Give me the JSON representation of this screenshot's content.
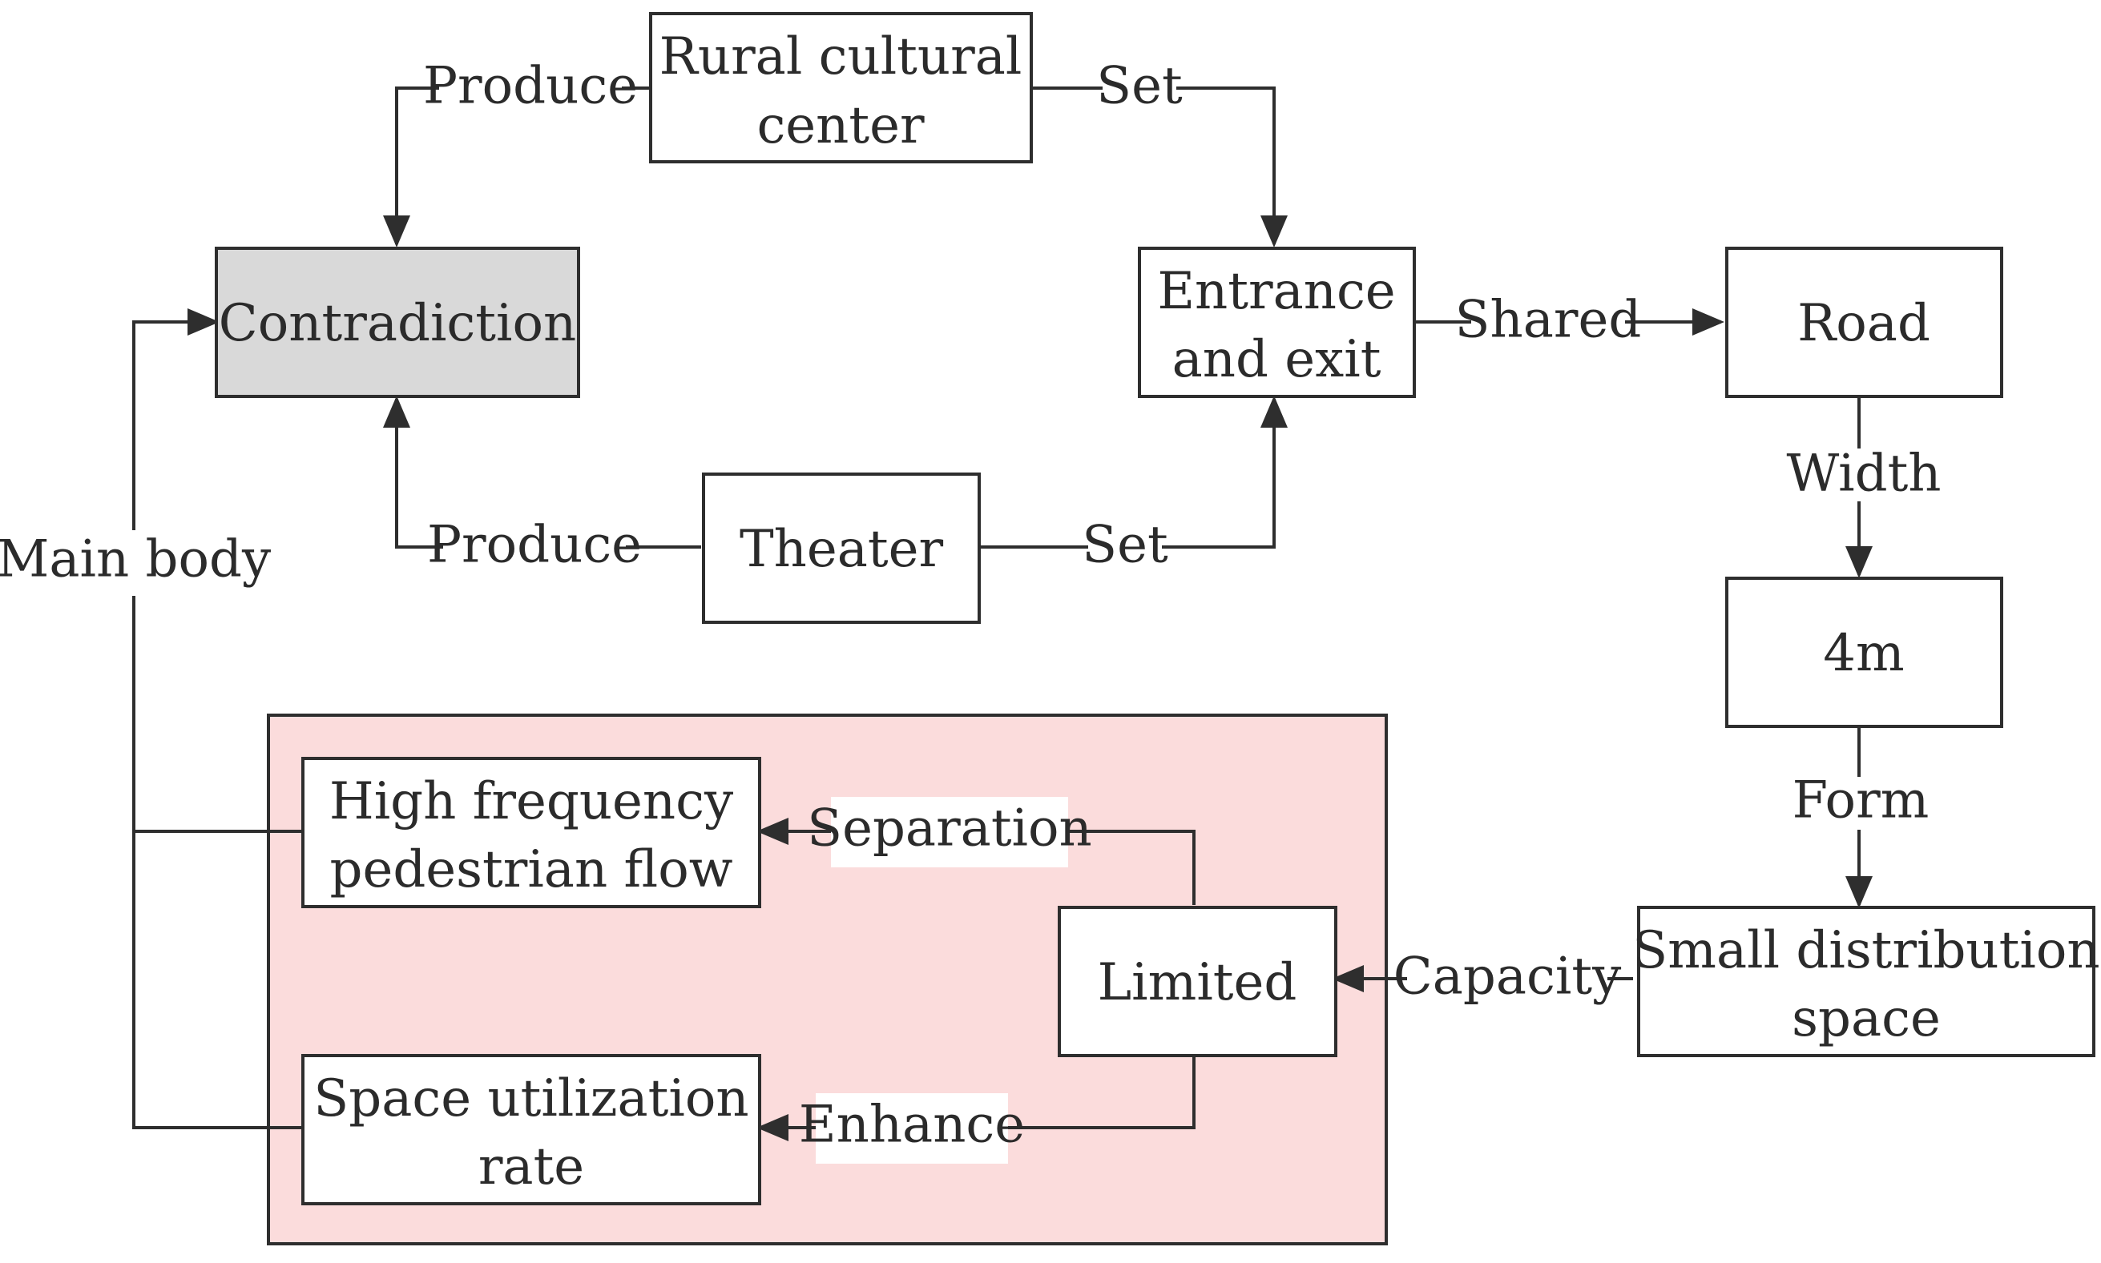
{
  "nodes": {
    "rural_cultural_center": [
      "Rural cultural",
      "center"
    ],
    "contradiction": [
      "Contradiction"
    ],
    "entrance_exit": [
      "Entrance",
      "and exit"
    ],
    "road": [
      "Road"
    ],
    "theater": [
      "Theater"
    ],
    "width_4m": [
      "4m"
    ],
    "high_frequency": [
      "High frequency",
      "pedestrian flow"
    ],
    "limited": [
      "Limited"
    ],
    "small_distribution": [
      "Small distribution",
      "space"
    ],
    "space_utilization": [
      "Space utilization",
      "rate"
    ]
  },
  "edges": {
    "produce_top": "Produce",
    "set_top": "Set",
    "shared": "Shared",
    "width": "Width",
    "produce_bottom": "Produce",
    "set_bottom": "Set",
    "main_body": "Main body",
    "form": "Form",
    "separation": "Separation",
    "capacity": "Capacity",
    "enhance": "Enhance"
  },
  "colors": {
    "stroke": "#2e2e2e",
    "highlight_node": "#d9d9d9",
    "group_fill": "#fbdcdc"
  }
}
